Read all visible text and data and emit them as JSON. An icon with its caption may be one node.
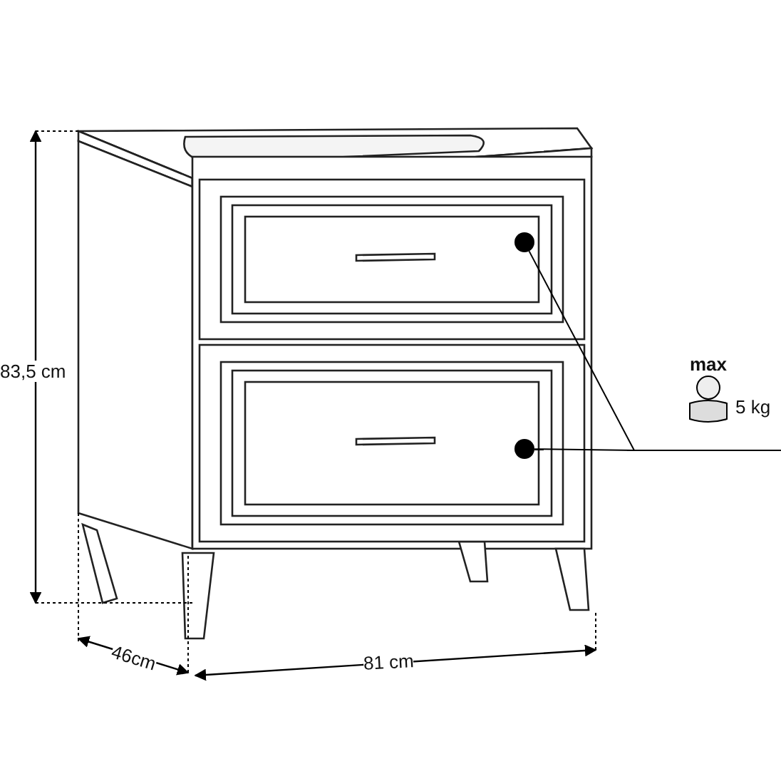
{
  "diagram": {
    "nodes": [
      {
        "text": [],
        "shape": "circle"
      },
      {
        "text": [],
        "shape": "circle"
      },
      {
        "text": [
          "max",
          "5 kg"
        ]
      }
    ],
    "edges": [
      {
        "from": 2,
        "to": 0,
        "arrow": "none"
      },
      {
        "from": 2,
        "to": 1,
        "arrow": "none"
      }
    ],
    "labels": [
      "83,5 cm",
      "46cm",
      "81 cm"
    ]
  }
}
